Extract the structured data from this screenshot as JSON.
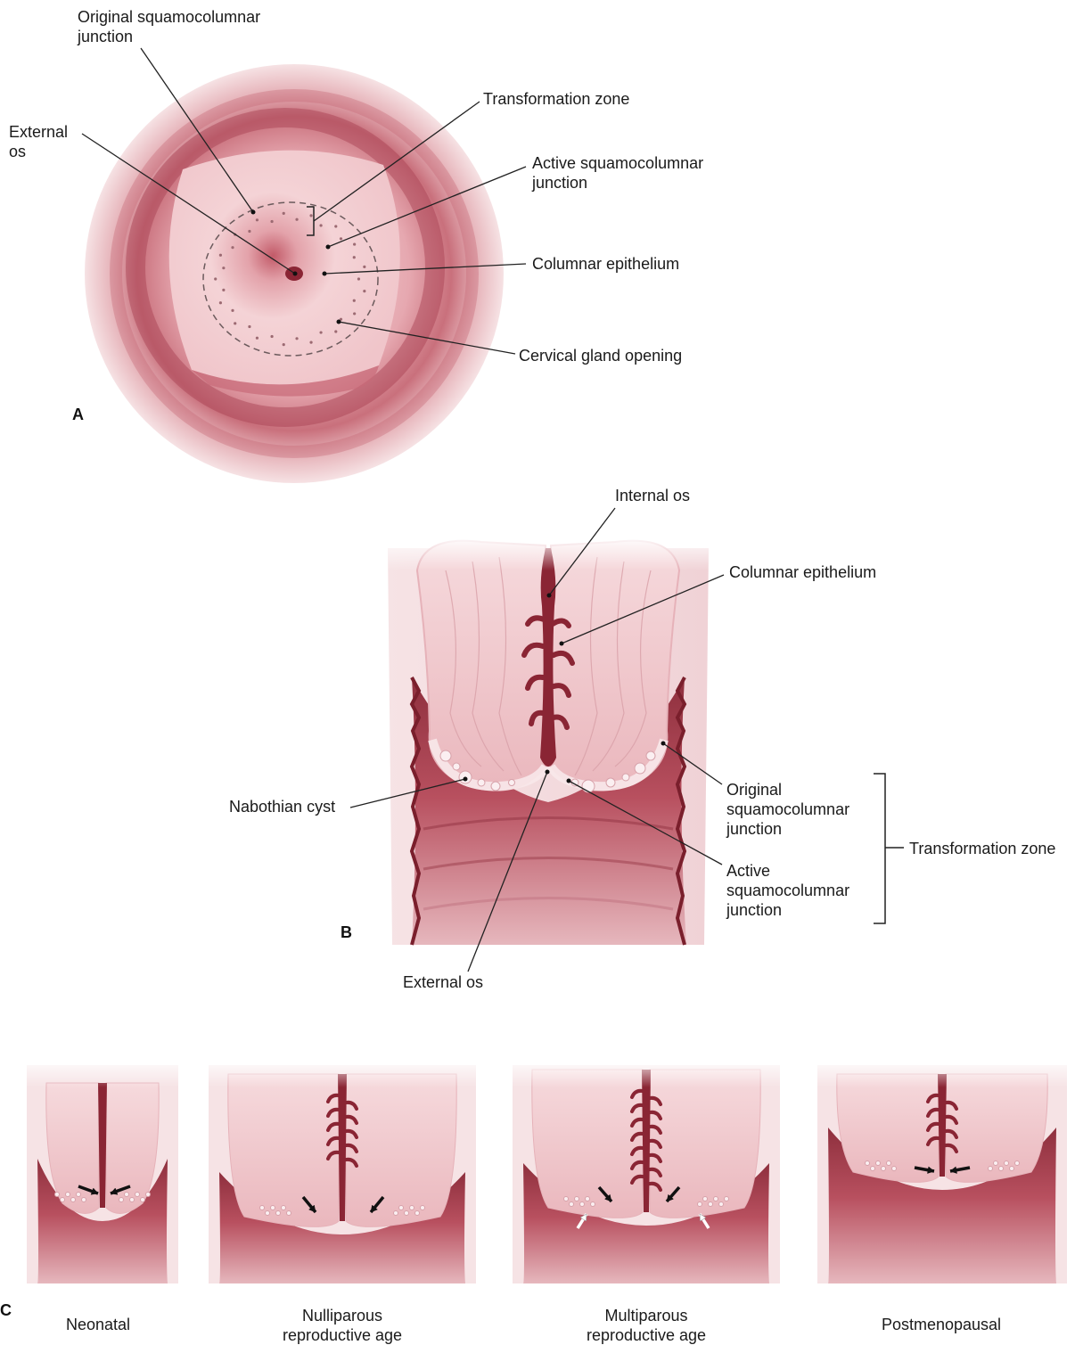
{
  "panels": {
    "a": "A",
    "b": "B",
    "c": "C"
  },
  "panel_a": {
    "original_scj": "Original squamocolumnar\njunction",
    "external_os": "External\nos",
    "transformation_zone": "Transformation zone",
    "active_scj": "Active squamocolumnar\njunction",
    "columnar_epithelium": "Columnar epithelium",
    "cervical_gland_opening": "Cervical gland opening"
  },
  "panel_b": {
    "internal_os": "Internal os",
    "columnar_epithelium": "Columnar epithelium",
    "nabothian_cyst": "Nabothian cyst",
    "original_scj": "Original\nsquamocolumnar\njunction",
    "active_scj": "Active\nsquamocolumnar\njunction",
    "transformation_zone": "Transformation zone",
    "external_os": "External os"
  },
  "panel_c": {
    "stages": [
      "Neonatal",
      "Nulliparous\nreproductive age",
      "Multiparous\nreproductive age",
      "Postmenopausal"
    ]
  },
  "colors": {
    "mucosa_light": "#f3cdd0",
    "mucosa_mid": "#d98d96",
    "mucosa_dark": "#b34a5a",
    "canal_dark": "#7a1f2c",
    "label_line": "#222222",
    "background": "#ffffff"
  }
}
